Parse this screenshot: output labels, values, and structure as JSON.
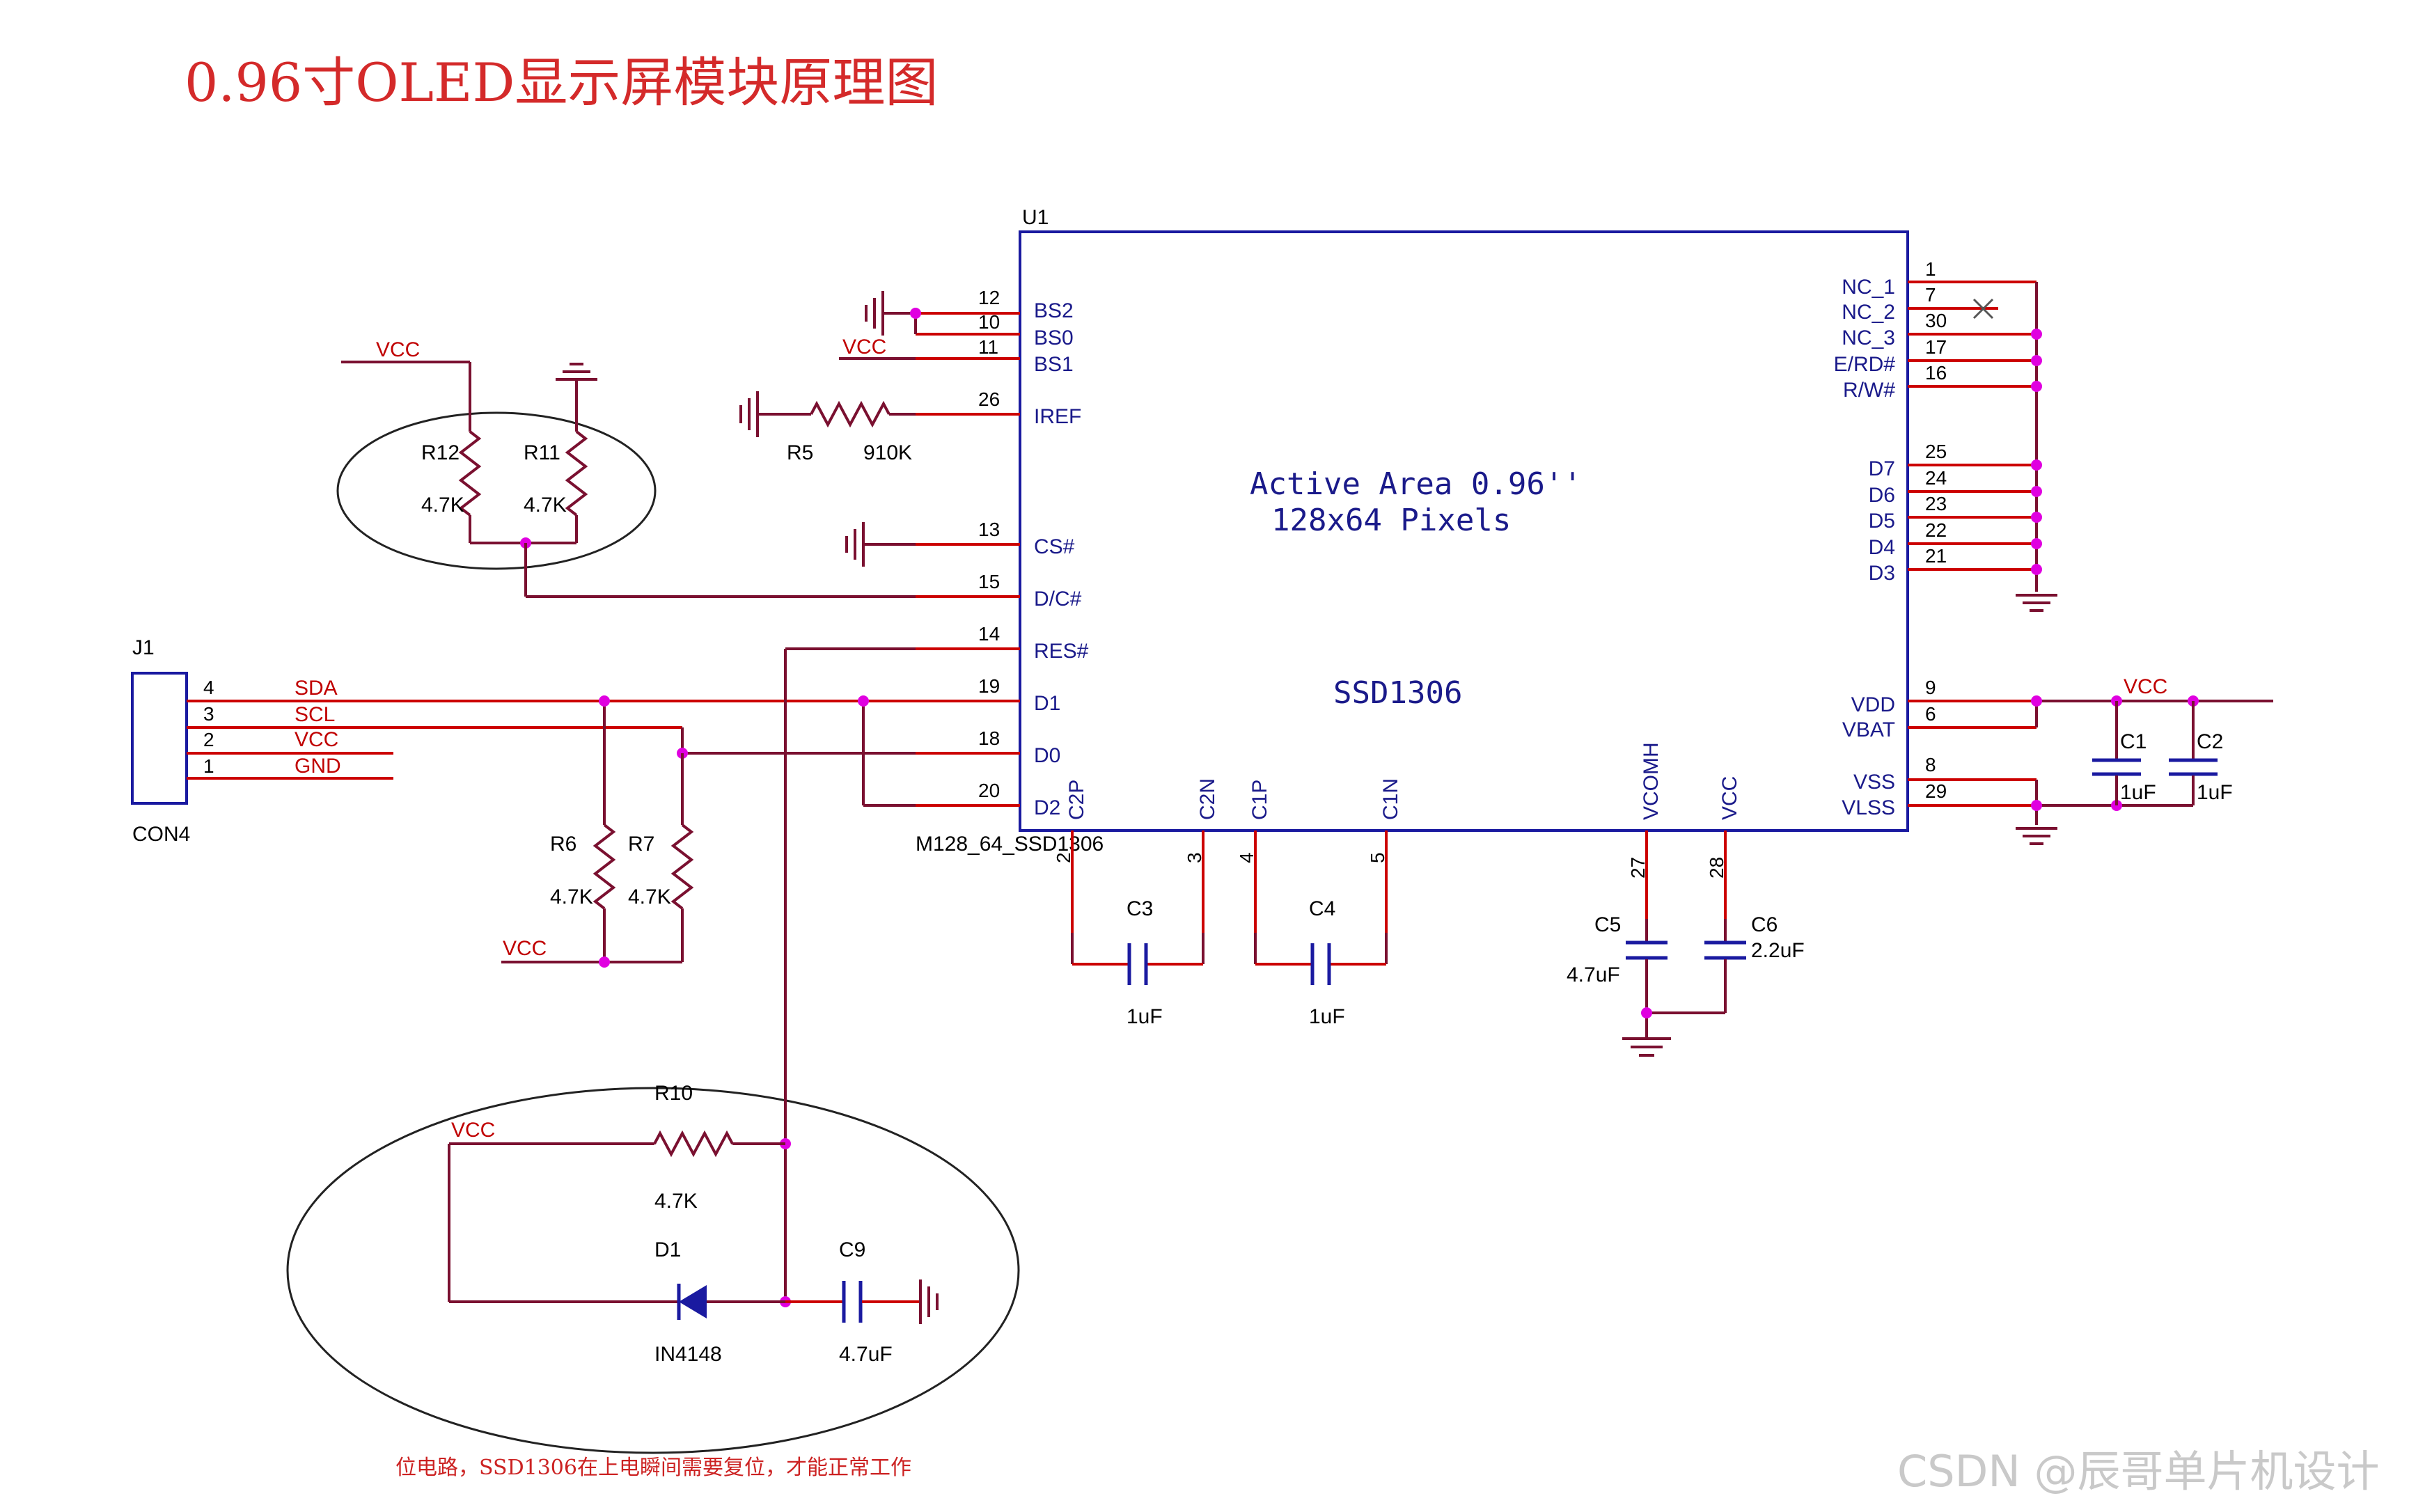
{
  "title": "0.96寸OLED显示屏模块原理图",
  "note": "位电路，SSD1306在上电瞬间需要复位，才能正常工作",
  "watermark": "CSDN @辰哥单片机设计",
  "chip": {
    "ref": "U1",
    "part": "M128_64_SSD1306",
    "name": "SSD1306",
    "active_area_line1": "Active Area 0.96''",
    "active_area_line2": "128x64 Pixels",
    "left_pins": [
      {
        "name": "BS2",
        "num": "12"
      },
      {
        "name": "BS0",
        "num": "10"
      },
      {
        "name": "BS1",
        "num": "11"
      },
      {
        "name": "IREF",
        "num": "26"
      },
      {
        "name": "CS#",
        "num": "13"
      },
      {
        "name": "D/C#",
        "num": "15"
      },
      {
        "name": "RES#",
        "num": "14"
      },
      {
        "name": "D1",
        "num": "19"
      },
      {
        "name": "D0",
        "num": "18"
      },
      {
        "name": "D2",
        "num": "20"
      }
    ],
    "right_pins": [
      {
        "name": "NC_1",
        "num": "1"
      },
      {
        "name": "NC_2",
        "num": "7"
      },
      {
        "name": "NC_3",
        "num": "30"
      },
      {
        "name": "E/RD#",
        "num": "17"
      },
      {
        "name": "R/W#",
        "num": "16"
      },
      {
        "name": "D7",
        "num": "25"
      },
      {
        "name": "D6",
        "num": "24"
      },
      {
        "name": "D5",
        "num": "23"
      },
      {
        "name": "D4",
        "num": "22"
      },
      {
        "name": "D3",
        "num": "21"
      },
      {
        "name": "VDD",
        "num": "9"
      },
      {
        "name": "VBAT",
        "num": "6"
      },
      {
        "name": "VSS",
        "num": "8"
      },
      {
        "name": "VLSS",
        "num": "29"
      }
    ],
    "bottom_pins": [
      {
        "name": "C2P",
        "num": "2"
      },
      {
        "name": "C2N",
        "num": "3"
      },
      {
        "name": "C1P",
        "num": "4"
      },
      {
        "name": "C1N",
        "num": "5"
      },
      {
        "name": "VCOMH",
        "num": "27"
      },
      {
        "name": "VCC",
        "num": "28"
      }
    ]
  },
  "connector": {
    "ref": "J1",
    "part": "CON4",
    "pins": [
      {
        "num": "4",
        "net": "SDA"
      },
      {
        "num": "3",
        "net": "SCL"
      },
      {
        "num": "2",
        "net": "VCC"
      },
      {
        "num": "1",
        "net": "GND"
      }
    ]
  },
  "resistors": {
    "R12": {
      "ref": "R12",
      "value": "4.7K"
    },
    "R11": {
      "ref": "R11",
      "value": "4.7K"
    },
    "R5": {
      "ref": "R5",
      "value": "910K"
    },
    "R6": {
      "ref": "R6",
      "value": "4.7K"
    },
    "R7": {
      "ref": "R7",
      "value": "4.7K"
    },
    "R10": {
      "ref": "R10",
      "value": "4.7K"
    }
  },
  "capacitors": {
    "C1": {
      "ref": "C1",
      "value": "1uF"
    },
    "C2": {
      "ref": "C2",
      "value": "1uF"
    },
    "C3": {
      "ref": "C3",
      "value": "1uF"
    },
    "C4": {
      "ref": "C4",
      "value": "1uF"
    },
    "C5": {
      "ref": "C5",
      "value": "4.7uF"
    },
    "C6": {
      "ref": "C6",
      "value": "2.2uF"
    },
    "C9": {
      "ref": "C9",
      "value": "4.7uF"
    }
  },
  "diode": {
    "ref": "D1",
    "value": "IN4148"
  },
  "nets": {
    "vcc_label": "VCC",
    "vcc_top_left": "VCC",
    "vcc_bs1": "VCC",
    "vcc_r6r7": "VCC",
    "vcc_reset": "VCC",
    "vcc_right": "VCC"
  },
  "colors": {
    "wire": "#7a1030",
    "pin_line": "#cc0000",
    "chip_outline": "#1a1aa0",
    "junction": "#e000e0",
    "cap": "#1a1aa0",
    "title": "#d42a2a"
  }
}
